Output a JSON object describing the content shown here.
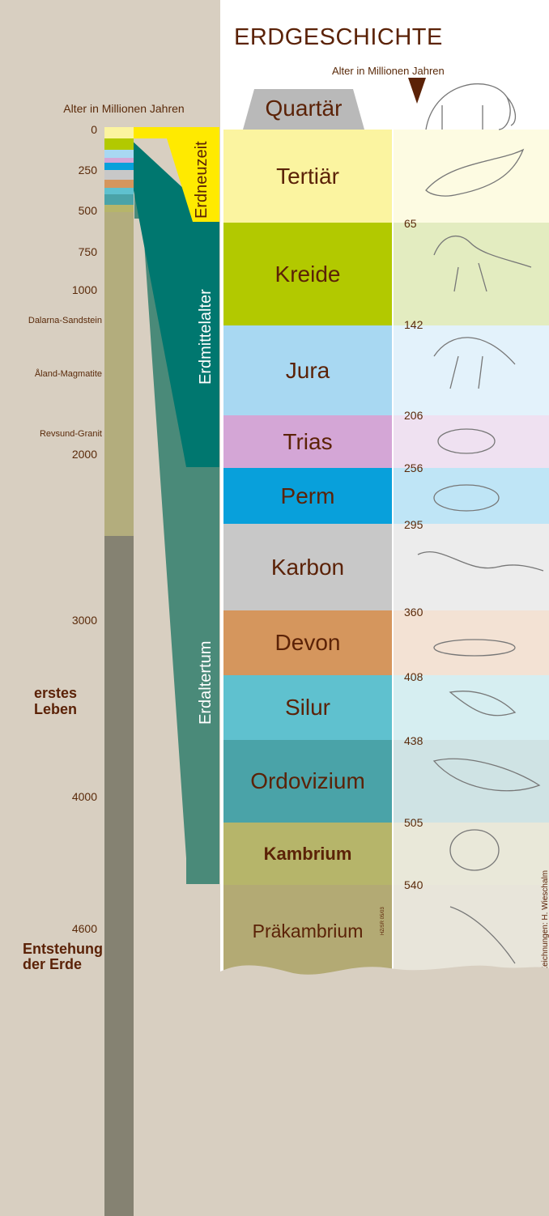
{
  "header": {
    "title": "ERDGESCHICHTE",
    "subtitle": "Alter in Millionen Jahren"
  },
  "scale": {
    "caption": "Alter in Millionen Jahren",
    "ticks": [
      "0",
      "250",
      "500",
      "750",
      "1000",
      "2000",
      "3000",
      "4000",
      "4600"
    ],
    "rocks": [
      "Dalarna-Sandstein",
      "Åland-Magmatite",
      "Revsund-Granit"
    ],
    "first_life": [
      "erstes",
      "Leben"
    ],
    "earth_origin": [
      "Entstehung",
      "der Erde"
    ]
  },
  "eras": {
    "neozoic": "Erdneuzeit",
    "mesozoic": "Erdmittelalter",
    "paleozoic": "Erdaltertum"
  },
  "periods": [
    {
      "name": "Quartär",
      "color": "#b9b9b9"
    },
    {
      "name": "Tertiär",
      "color": "#fbf4a0",
      "age": "65"
    },
    {
      "name": "Kreide",
      "color": "#b2c900",
      "age": "142"
    },
    {
      "name": "Jura",
      "color": "#a8d8f2",
      "age": "206"
    },
    {
      "name": "Trias",
      "color": "#d4a6d6",
      "age": "256"
    },
    {
      "name": "Perm",
      "color": "#08a0db",
      "age": "295"
    },
    {
      "name": "Karbon",
      "color": "#c8c8c8",
      "age": "360"
    },
    {
      "name": "Devon",
      "color": "#d5965d",
      "age": "408"
    },
    {
      "name": "Silur",
      "color": "#5fc1cf",
      "age": "438"
    },
    {
      "name": "Ordovizium",
      "color": "#4aa3a8",
      "age": "505"
    },
    {
      "name": "Kambrium",
      "color": "#b6b56a",
      "age": "540"
    },
    {
      "name": "Präkambrium",
      "color": "#b3aa74"
    }
  ],
  "colors": {
    "neozoic": "#ffea00",
    "mesozoic": "#00776f",
    "paleozoic": "#4a8a79",
    "brown_text": "#5b2207"
  },
  "credits": {
    "code": "HZ/SR 05/03",
    "artist": "Zeichnungen: H. Wieschalm"
  }
}
